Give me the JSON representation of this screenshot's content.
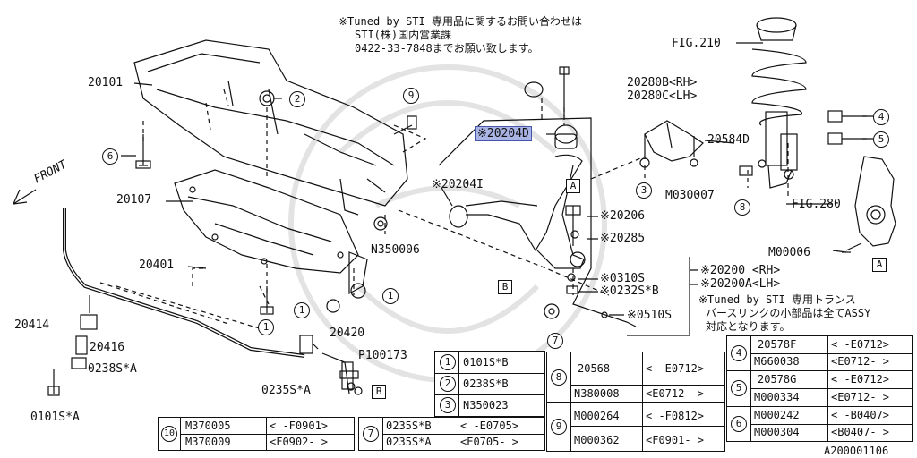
{
  "notes": {
    "top": [
      "※Tuned by STI 専用品に関するお問い合わせは",
      "STI(株)国内営業課",
      "0422-33-7848までお願い致します。"
    ],
    "sti_bottom": [
      "※Tuned by STI 専用トランス",
      "バースリンクの小部品は全てASSY",
      "対応となります。"
    ]
  },
  "labels": {
    "fig210": "FIG.210",
    "fig280": "FIG.280",
    "p20101": "20101",
    "p20107": "20107",
    "p20401": "20401",
    "p20414": "20414",
    "p20416": "20416",
    "p0238sa": "0238S*A",
    "p0101sa": "0101S*A",
    "p0235sa": "0235S*A",
    "p20420": "20420",
    "p100173": "P100173",
    "n350006": "N350006",
    "p20204d": "※20204D",
    "p20204i": "※20204I",
    "p20206": "※20206",
    "p20285": "※20285",
    "p0310s": "※0310S",
    "p0232sb": "※0232S*B",
    "p0510s": "※0510S",
    "p20200rh": "※20200 <RH>",
    "p20200alh": "※20200A<LH>",
    "p20280b": "20280B<RH>",
    "p20280c": "20280C<LH>",
    "p20584d": "20584D",
    "m030007": "M030007",
    "m00006": "M00006",
    "front": "FRONT",
    "code": "A200001106"
  },
  "markers": {
    "c1": "1",
    "c2": "2",
    "c3": "3",
    "c4": "4",
    "c5": "5",
    "c6": "6",
    "c7": "7",
    "c8": "8",
    "c9": "9",
    "c10": "10",
    "A": "A",
    "B": "B"
  },
  "tables": {
    "t1": {
      "rows": [
        [
          "1",
          "0101S*B"
        ],
        [
          "2",
          "0238S*B"
        ],
        [
          "3",
          "N350023"
        ]
      ]
    },
    "t10": {
      "key": "10",
      "rows": [
        [
          "M370005",
          "< -F0901>"
        ],
        [
          "M370009",
          "<F0902- >"
        ]
      ]
    },
    "t7": {
      "key": "7",
      "rows": [
        [
          "0235S*B",
          "< -E0705>"
        ],
        [
          "0235S*A",
          "<E0705- >"
        ]
      ]
    },
    "t8": {
      "key": "8",
      "rows": [
        [
          "20568",
          "< -E0712>"
        ],
        [
          "N380008",
          "<E0712- >"
        ]
      ]
    },
    "t9": {
      "key": "9",
      "rows": [
        [
          "M000264",
          "< -F0812>"
        ],
        [
          "M000362",
          "<F0901- >"
        ]
      ]
    },
    "t4": {
      "key": "4",
      "rows": [
        [
          "20578F",
          "< -E0712>"
        ],
        [
          "M660038",
          "<E0712- >"
        ]
      ]
    },
    "t5": {
      "key": "5",
      "rows": [
        [
          "20578G",
          "< -E0712>"
        ],
        [
          "M000334",
          "<E0712- >"
        ]
      ]
    },
    "t6": {
      "key": "6",
      "rows": [
        [
          "M000242",
          "< -B0407>"
        ],
        [
          "M000304",
          "<B0407- >"
        ]
      ]
    }
  }
}
